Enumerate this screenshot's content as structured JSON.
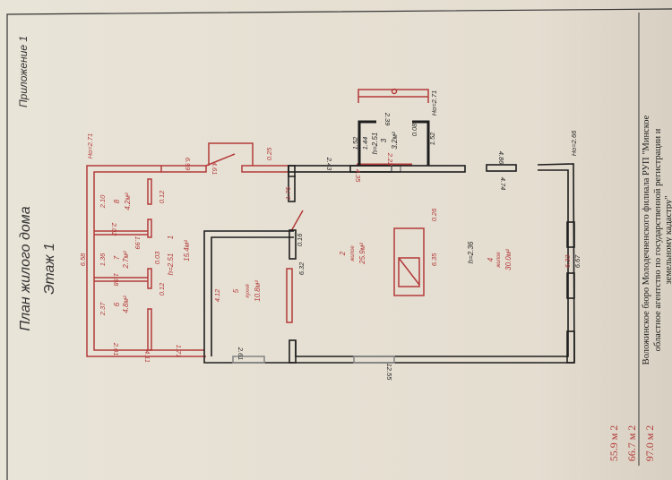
{
  "header": {
    "appendix": "Приложение 1",
    "title": "План жилого дома",
    "floor": "Этаж 1"
  },
  "rooms": {
    "r1": {
      "num": "1",
      "h": "h=2.51",
      "area": "15.4м²"
    },
    "r2": {
      "num": "2",
      "type": "жилое",
      "area": "25.9м²"
    },
    "r3": {
      "num": "3",
      "h": "h=2.51",
      "area": "3.2м²"
    },
    "r4": {
      "num": "4",
      "type": "жилое",
      "h": "h=2.36",
      "area": "30.0м²"
    },
    "r5": {
      "num": "5",
      "type": "кухня",
      "area": "10.8м²"
    },
    "r6": {
      "num": "6",
      "area": "4.8м²"
    },
    "r7": {
      "num": "7",
      "area": "2.7м²"
    },
    "r8": {
      "num": "8",
      "area": "4.2м²"
    }
  },
  "dimensions": {
    "ho_left": "Но=2.71",
    "d658": "6.58",
    "d210": "2.10",
    "d202": "2.02",
    "d199": "1.99",
    "d136": "1.36",
    "d198": "1.98",
    "d237": "2.37",
    "d201": "2.01",
    "d411": "4.11",
    "d171": "1.71",
    "d012a": "0.12",
    "d003": "0.03",
    "d012b": "0.12",
    "d699": "6.99",
    "d461": "4.61",
    "d025": "0.25",
    "d176": "1.76",
    "d016": "0.16",
    "d632": "6.32",
    "d412": "4.12",
    "d261": "2.61",
    "d243": "2.43",
    "d435": "4.35",
    "d222": "2.22",
    "d152a": "1.52",
    "d144": "1.44",
    "d239": "2.39",
    "d008": "0.08",
    "d152b": "1.52",
    "ho_porch": "Но=2.71",
    "d486": "4.86",
    "d474": "4.74",
    "ho_right": "Но=2.66",
    "d026": "0.26",
    "d635": "6.35",
    "d633": "6.33",
    "d667": "6.67",
    "d1255": "12.55"
  },
  "totals": [
    "55.9  м 2",
    "66.7  м 2",
    "97.0  м 2"
  ],
  "stamp": {
    "line1": "Воложинское бюро Молодечненского филиала РУП \"Минское",
    "line2": "областное агентство по государственной регистрации и",
    "line3": "земельному кадастру\""
  }
}
